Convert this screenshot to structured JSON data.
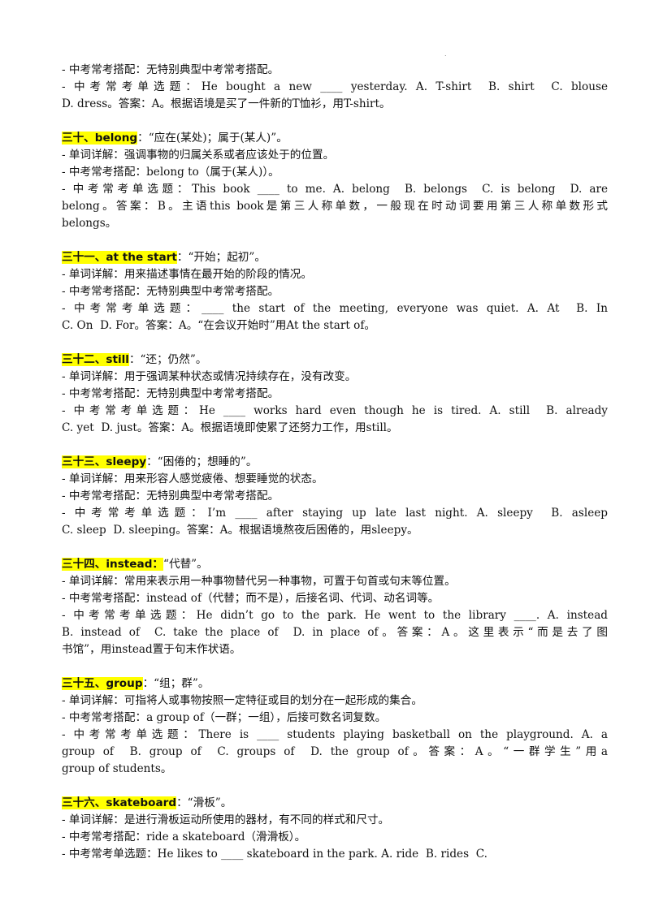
{
  "top_lines": [
    "- 中考常考搭配：无特别典型中考常考搭配。",
    "- 中考常考单选题：He bought a new ____ yesterday. A. T-shirt  B. shirt  C. blouse",
    "D. dress。答案：A。根据语境是买了一件新的T恤衫，用T-shirt。"
  ],
  "sections": [
    {
      "head_label": "三十、belong",
      "head_rest": "：“应在(某处)；属于(某人)”。",
      "lines": [
        "- 单词详解：强调事物的归属关系或者应该处于的位置。",
        "- 中考常考搭配：belong to（属于(某人)）。",
        "- 中考常考单选题：This book ____ to me. A. belong  B. belongs  C. is belong  D. are",
        "belong。答案：B。主语this book是第三人称单数，一般现在时动词要用第三人称单数形式",
        "belongs。"
      ]
    },
    {
      "head_label": "三十一、at the start",
      "head_rest": "：“开始；起初”。",
      "lines": [
        "- 单词详解：用来描述事情在最开始的阶段的情况。",
        "- 中考常考搭配：无特别典型中考常考搭配。",
        "- 中考常考单选题：____ the start of the meeting, everyone was quiet. A. At  B. In",
        "C. On  D. For。答案：A。“在会议开始时”用At the start of。"
      ]
    },
    {
      "head_label": "三十二、still",
      "head_rest": "：“还；仍然”。",
      "lines": [
        "- 单词详解：用于强调某种状态或情况持续存在，没有改变。",
        "- 中考常考搭配：无特别典型中考常考搭配。",
        "- 中考常考单选题：He ____ works hard even though he is tired. A. still  B. already",
        "C. yet  D. just。答案：A。根据语境即使累了还努力工作，用still。"
      ]
    },
    {
      "head_label": "三十三、sleepy",
      "head_rest": "：“困倦的；想睡的”。",
      "lines": [
        "- 单词详解：用来形容人感觉疲倦、想要睡觉的状态。",
        "- 中考常考搭配：无特别典型中考常考搭配。",
        "- 中考常考单选题：I’m ____ after staying up late last night. A. sleepy  B. asleep",
        "C. sleep  D. sleeping。答案：A。根据语境熬夜后困倦的，用sleepy。"
      ]
    },
    {
      "head_label": "三十四、instead：",
      "head_rest": "“代替”。",
      "lines": [
        "- 单词详解：常用来表示用一种事物替代另一种事物，可置于句首或句末等位置。",
        "- 中考常考搭配：instead of（代替；而不是），后接名词、代词、动名词等。",
        "- 中考常考单选题：He didn’t go to the park. He went to the library ____. A. instead",
        "B. instead of  C. take the place of  D. in place of。答案：A。这里表示“而是去了图",
        "书馆”，用instead置于句末作状语。"
      ]
    },
    {
      "head_label": "三十五、group",
      "head_rest": "：“组；群”。",
      "lines": [
        "- 单词详解：可指将人或事物按照一定特征或目的划分在一起形成的集合。",
        "- 中考常考搭配：a group of（一群；一组），后接可数名词复数。",
        "- 中考常考单选题：There is ____ students playing basketball on the playground. A. a",
        "group of  B. group of  C. groups of  D. the group of。答案：A。“一群学生”用a",
        "group of students。"
      ]
    },
    {
      "head_label": "三十六、skateboard",
      "head_rest": "：“滑板”。",
      "lines": [
        "- 单词详解：是进行滑板运动所使用的器材，有不同的样式和尺寸。",
        "- 中考常考搭配：ride a skateboard（滑滑板）。",
        "- 中考常考单选题：He likes to ____ skateboard in the park. A. ride  B. rides  C."
      ]
    }
  ]
}
